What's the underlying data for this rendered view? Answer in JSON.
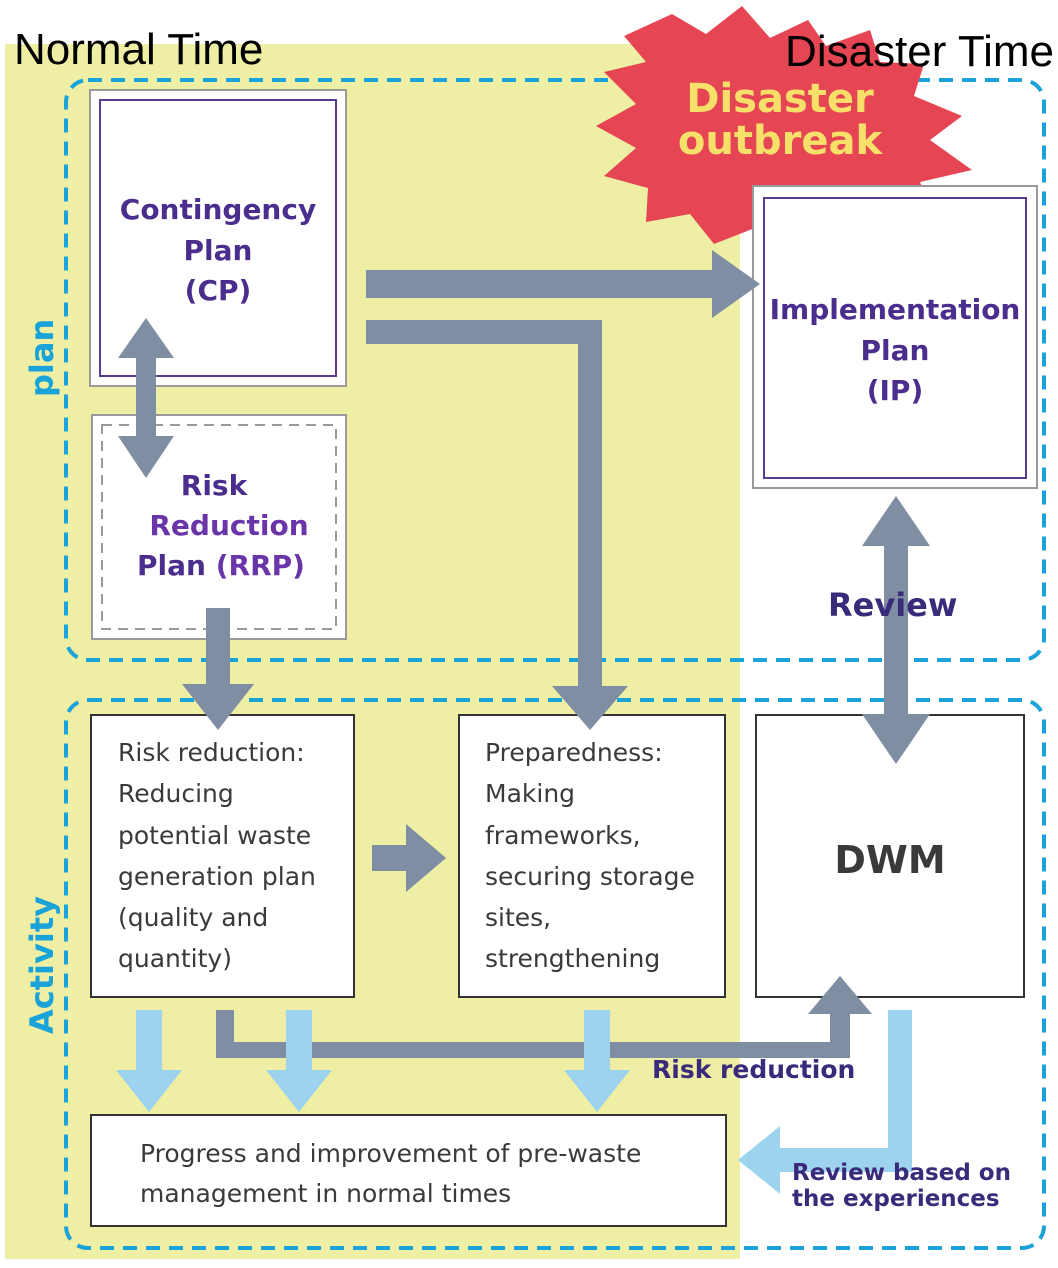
{
  "header": {
    "normal_time": "Normal Time",
    "disaster_time": "Disaster Time"
  },
  "burst": {
    "line1": "Disaster",
    "line2": "outbreak"
  },
  "sections": {
    "plan": "plan",
    "activity": "Activity"
  },
  "plans": {
    "cp": [
      "Contingency",
      "Plan",
      "(CP)"
    ],
    "rrp": [
      "Risk",
      "Reduction",
      "Plan",
      "(RRP)"
    ],
    "ip": [
      "Implementation",
      "Plan",
      "(IP)"
    ]
  },
  "activities": {
    "risk_reduction": [
      "Risk reduction:",
      "Reducing",
      "potential waste",
      "generation plan",
      "(quality and",
      "quantity)"
    ],
    "preparedness": [
      "Preparedness:",
      "Making",
      "frameworks,",
      "securing storage",
      "sites,",
      "strengthening"
    ],
    "dwm": "DWM",
    "progress": [
      "Progress and improvement of pre-waste",
      "management in normal times"
    ]
  },
  "labels": {
    "review": "Review",
    "risk_reduction": "Risk reduction",
    "review_experiences": [
      "Review based on",
      "the experiences"
    ]
  },
  "colors": {
    "normal_bg": "#eeeea5",
    "dashed_border": "#1aa3d9",
    "gray_arrow": "#7f8ea3",
    "blue_arrow": "#9dd3ee",
    "plan_text": "#4a2d8c",
    "burst_fill": "#e64553",
    "burst_text": "#f7e06a"
  }
}
